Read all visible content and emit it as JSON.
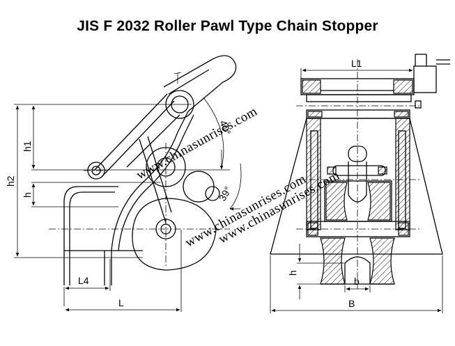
{
  "title": "JIS F 2032 Roller Pawl Type Chain Stopper",
  "side_view": {
    "dimensions": {
      "h1": "h1",
      "h2": "h2",
      "h": "h",
      "l4": "L4",
      "l": "L"
    },
    "angles": {
      "a40": "40°",
      "a39": "39°"
    },
    "watermarks": [
      "www.chinasunrises.com",
      "www.chinasunrises.com"
    ]
  },
  "front_view": {
    "dimensions": {
      "l1": "L1",
      "h": "h",
      "b": "b",
      "b_big": "B"
    },
    "watermark": "www.chinasunrises.com"
  }
}
